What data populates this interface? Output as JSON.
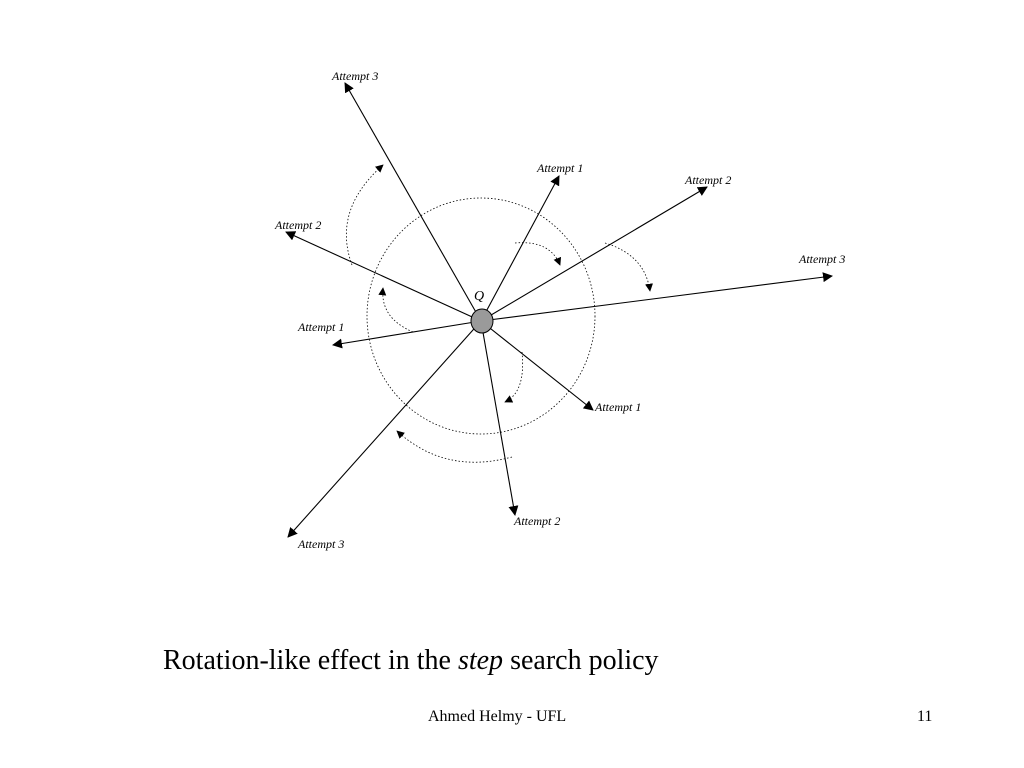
{
  "diagram": {
    "center_label": "Q",
    "ray_labels": {
      "attempt1_up": "Attempt 1",
      "attempt2_upright": "Attempt 2",
      "attempt3_right": "Attempt 3",
      "attempt1_lowright": "Attempt 1",
      "attempt2_down": "Attempt 2",
      "attempt3_lowleft": "Attempt 3",
      "attempt1_left": "Attempt 1",
      "attempt2_upleft": "Attempt 2",
      "attempt3_up": "Attempt 3"
    }
  },
  "caption": {
    "prefix": "Rotation-like effect in the ",
    "emphasis": "step",
    "suffix": " search policy"
  },
  "footer": {
    "author": "Ahmed Helmy - UFL",
    "page_number": "11"
  },
  "colors": {
    "center_fill": "#9a9a9a",
    "line": "#000000",
    "background": "#ffffff"
  }
}
